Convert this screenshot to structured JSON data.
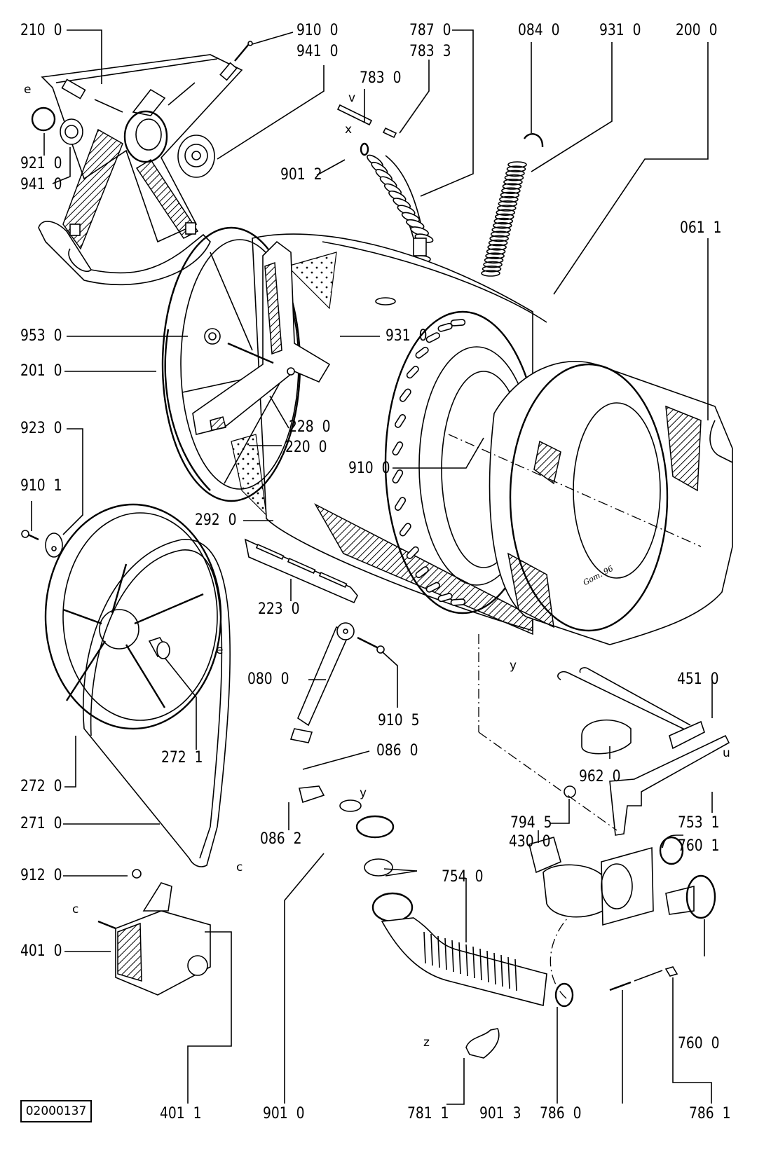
{
  "document": {
    "id_box": "02000137",
    "signature": "Gom. 96",
    "subject": "Washing machine tub, drum, motor and drain pump exploded parts diagram"
  },
  "part_labels": [
    {
      "code": "210",
      "suffix": "0",
      "part": "rear drum cross / spider"
    },
    {
      "code": "910",
      "suffix": "0",
      "part": "screw (cross)"
    },
    {
      "code": "941",
      "suffix": "0",
      "part": "bearing (outer)"
    },
    {
      "code": "921",
      "suffix": "0",
      "part": "circlip"
    },
    {
      "code": "941",
      "suffix": "0",
      "part": "bearing (inner)"
    },
    {
      "code": "787",
      "suffix": "0",
      "part": "bellows hose"
    },
    {
      "code": "783",
      "suffix": "3",
      "part": "hose connector"
    },
    {
      "code": "783",
      "suffix": "0",
      "part": "air tube"
    },
    {
      "code": "901",
      "suffix": "2",
      "part": "hose clamp"
    },
    {
      "code": "084",
      "suffix": "0",
      "part": "spring clip"
    },
    {
      "code": "931",
      "suffix": "0",
      "part": "suspension spring"
    },
    {
      "code": "200",
      "suffix": "0",
      "part": "outer tub"
    },
    {
      "code": "061",
      "suffix": "1",
      "part": "counterweight"
    },
    {
      "code": "953",
      "suffix": "0",
      "part": "seal"
    },
    {
      "code": "201",
      "suffix": "0",
      "part": "tub rear half"
    },
    {
      "code": "931",
      "suffix": "0",
      "part": "suspension spring (tub)"
    },
    {
      "code": "228",
      "suffix": "0",
      "part": "drum spider"
    },
    {
      "code": "220",
      "suffix": "0",
      "part": "drum"
    },
    {
      "code": "910",
      "suffix": "0",
      "part": "screw (counterweight)"
    },
    {
      "code": "923",
      "suffix": "0",
      "part": "washer"
    },
    {
      "code": "910",
      "suffix": "1",
      "part": "pulley bolt"
    },
    {
      "code": "292",
      "suffix": "0",
      "part": "tub gasket"
    },
    {
      "code": "223",
      "suffix": "0",
      "part": "drum paddle"
    },
    {
      "code": "080",
      "suffix": "0",
      "part": "shock absorber"
    },
    {
      "code": "910",
      "suffix": "5",
      "part": "shock absorber pin"
    },
    {
      "code": "086",
      "suffix": "0",
      "part": "shock absorber mount"
    },
    {
      "code": "086",
      "suffix": "2",
      "part": "mount bracket"
    },
    {
      "code": "272",
      "suffix": "1",
      "part": "pulley bushing"
    },
    {
      "code": "272",
      "suffix": "0",
      "part": "drum pulley"
    },
    {
      "code": "271",
      "suffix": "0",
      "part": "drive belt"
    },
    {
      "code": "912",
      "suffix": "0",
      "part": "motor bolt"
    },
    {
      "code": "401",
      "suffix": "0",
      "part": "motor"
    },
    {
      "code": "401",
      "suffix": "1",
      "part": "motor bracket"
    },
    {
      "code": "451",
      "suffix": "0",
      "part": "heating element"
    },
    {
      "code": "962",
      "suffix": "0",
      "part": "heater seal"
    },
    {
      "code": "753",
      "suffix": "1",
      "part": "pump bracket"
    },
    {
      "code": "794",
      "suffix": "5",
      "part": "grommet"
    },
    {
      "code": "430",
      "suffix": "0",
      "part": "drain pump"
    },
    {
      "code": "760",
      "suffix": "1",
      "part": "o-ring"
    },
    {
      "code": "754",
      "suffix": "0",
      "part": "sump hose / ball valve"
    },
    {
      "code": "760",
      "suffix": "0",
      "part": "pump filter"
    },
    {
      "code": "901",
      "suffix": "0",
      "part": "hose clamp (sump)"
    },
    {
      "code": "781",
      "suffix": "1",
      "part": "drain hose elbow"
    },
    {
      "code": "901",
      "suffix": "3",
      "part": "hose clamp (pump)"
    },
    {
      "code": "786",
      "suffix": "0",
      "part": "pressure tube"
    },
    {
      "code": "786",
      "suffix": "1",
      "part": "pressure tube connector"
    }
  ],
  "connection_letters": [
    "e",
    "v",
    "x",
    "y",
    "u",
    "c",
    "z"
  ]
}
